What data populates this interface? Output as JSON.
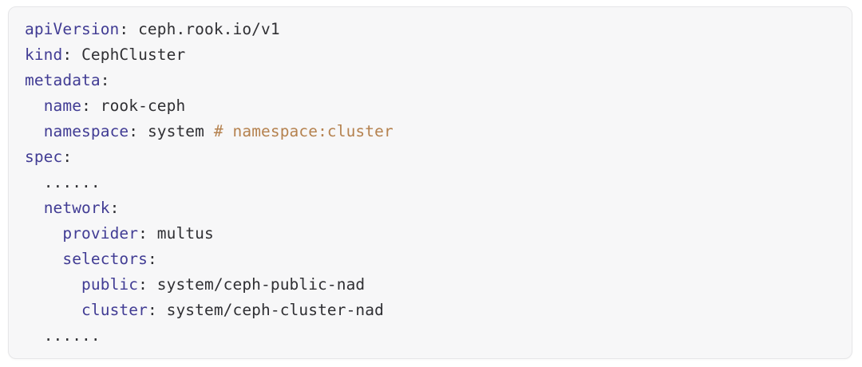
{
  "card": {
    "language": "yaml",
    "background_color": "#f7f7f8",
    "border_color": "#e6e6e8",
    "key_color": "#413c94",
    "value_color": "#2f2f33",
    "comment_color": "#b5824f"
  },
  "code": {
    "lines": [
      {
        "indent": "",
        "key": "apiVersion",
        "colon": ":",
        "space": " ",
        "value": "ceph.rook.io/v1",
        "comment": ""
      },
      {
        "indent": "",
        "key": "kind",
        "colon": ":",
        "space": " ",
        "value": "CephCluster",
        "comment": ""
      },
      {
        "indent": "",
        "key": "metadata",
        "colon": ":",
        "space": "",
        "value": "",
        "comment": ""
      },
      {
        "indent": "  ",
        "key": "name",
        "colon": ":",
        "space": " ",
        "value": "rook-ceph",
        "comment": ""
      },
      {
        "indent": "  ",
        "key": "namespace",
        "colon": ":",
        "space": " ",
        "value": "system ",
        "comment": "# namespace:cluster"
      },
      {
        "indent": "",
        "key": "spec",
        "colon": ":",
        "space": "",
        "value": "",
        "comment": ""
      },
      {
        "indent": "  ",
        "key": "",
        "colon": "",
        "space": "",
        "value": "......",
        "comment": ""
      },
      {
        "indent": "  ",
        "key": "network",
        "colon": ":",
        "space": "",
        "value": "",
        "comment": ""
      },
      {
        "indent": "    ",
        "key": "provider",
        "colon": ":",
        "space": " ",
        "value": "multus",
        "comment": ""
      },
      {
        "indent": "    ",
        "key": "selectors",
        "colon": ":",
        "space": "",
        "value": "",
        "comment": ""
      },
      {
        "indent": "      ",
        "key": "public",
        "colon": ":",
        "space": " ",
        "value": "system/ceph-public-nad",
        "comment": ""
      },
      {
        "indent": "      ",
        "key": "cluster",
        "colon": ":",
        "space": " ",
        "value": "system/ceph-cluster-nad",
        "comment": ""
      },
      {
        "indent": "  ",
        "key": "",
        "colon": "",
        "space": "",
        "value": "......",
        "comment": ""
      }
    ]
  }
}
